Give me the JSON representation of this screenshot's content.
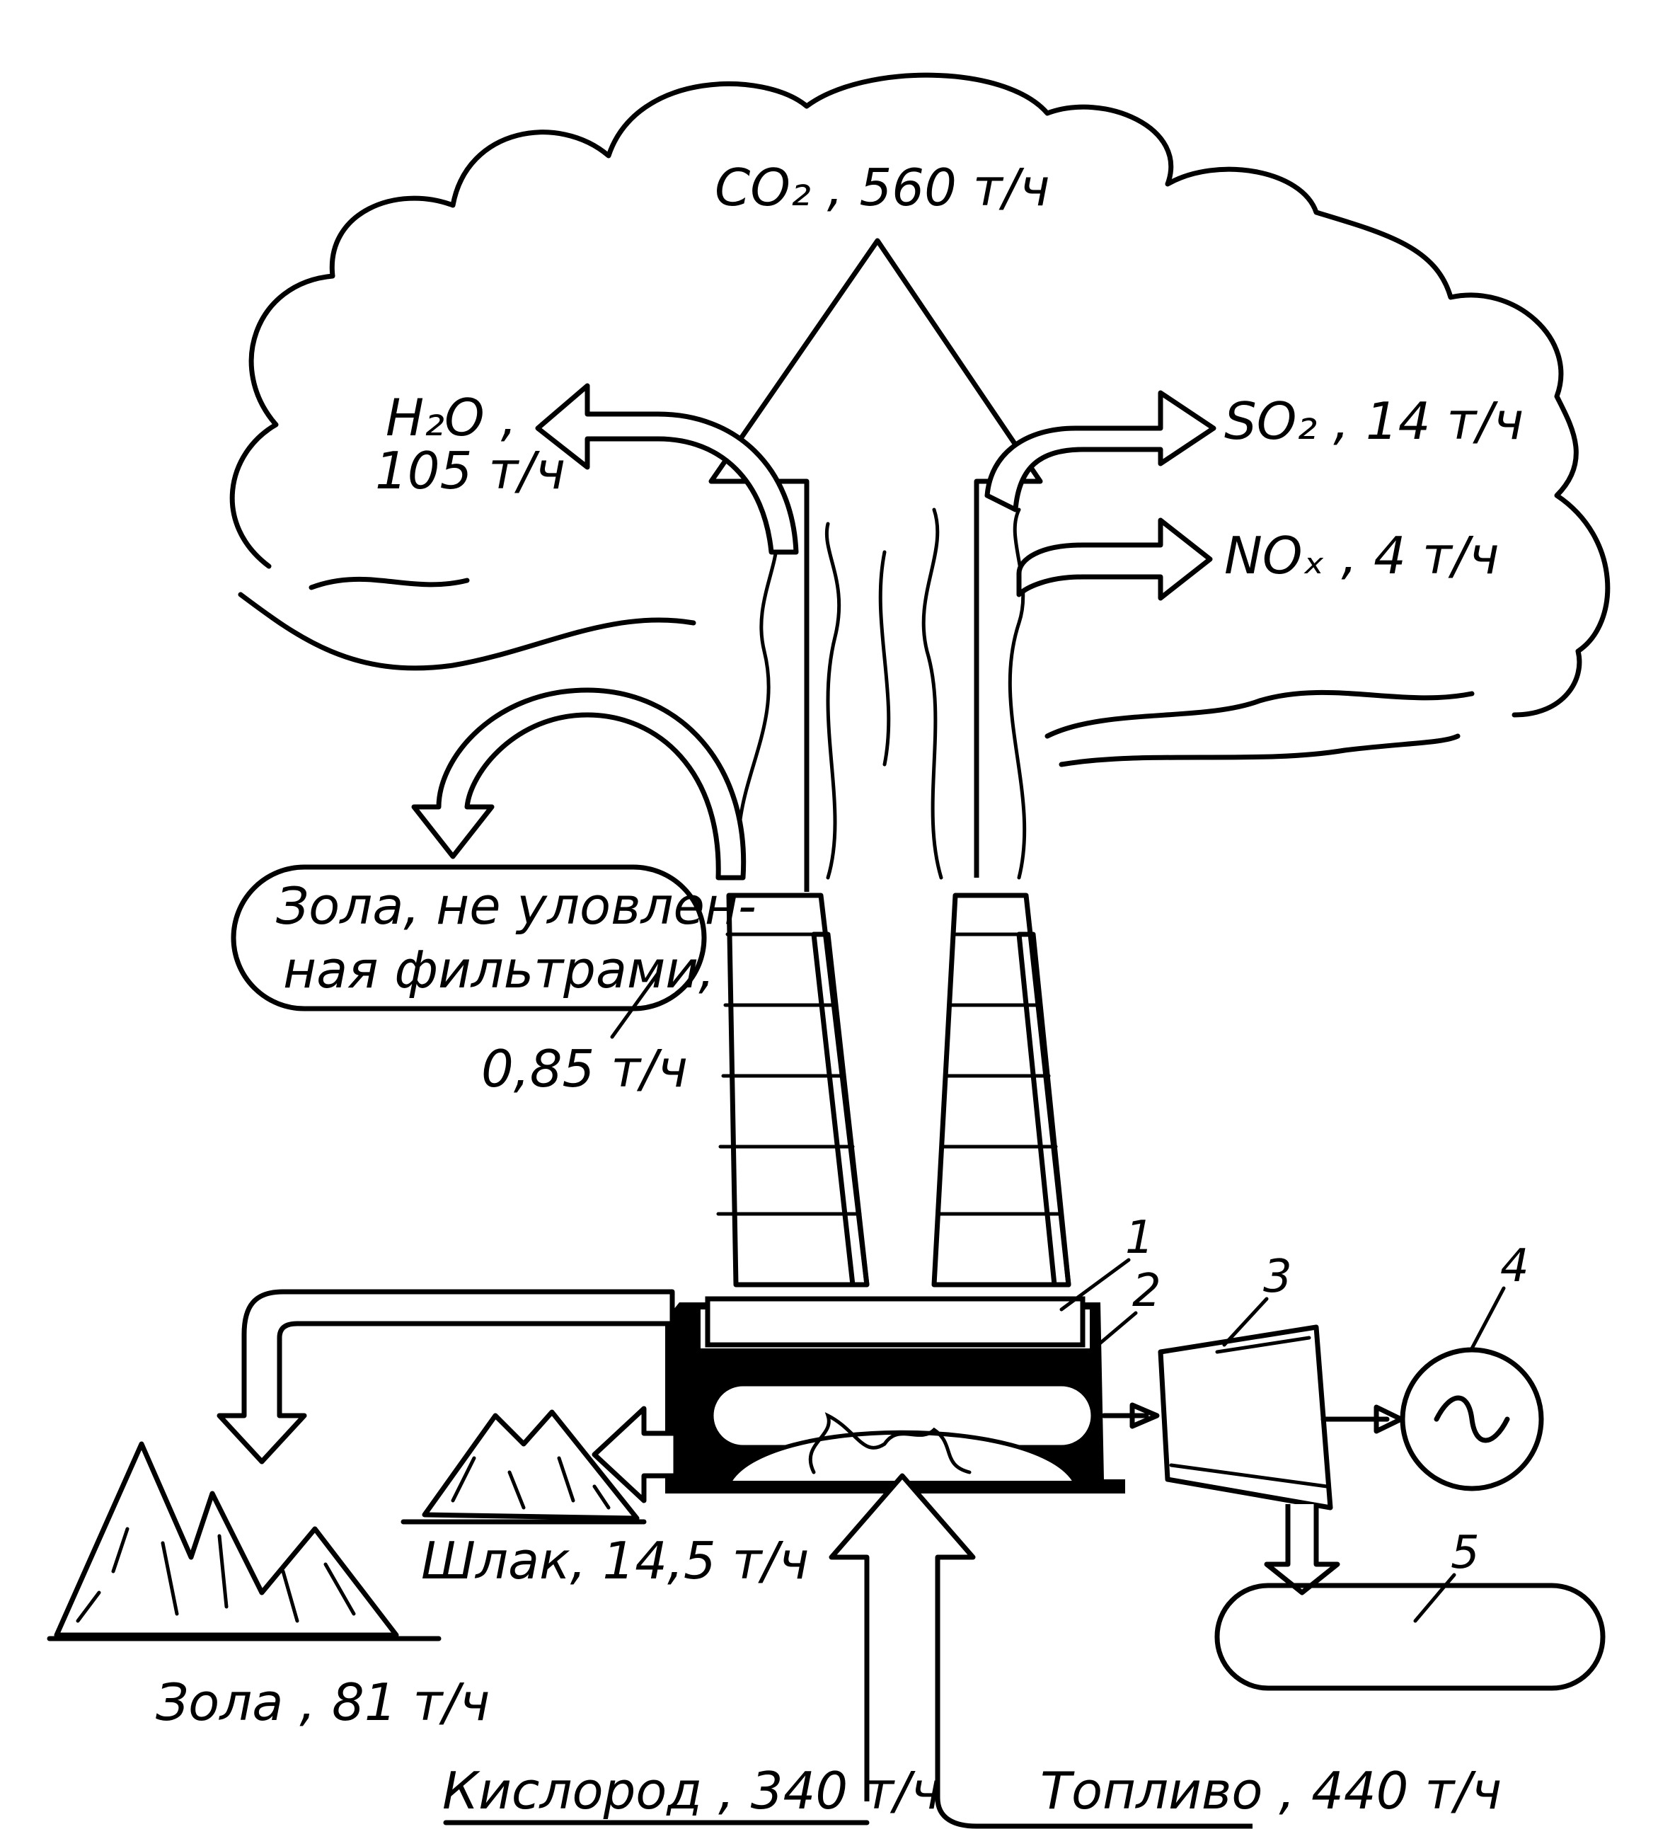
{
  "emissions": {
    "co2": "CO₂ , 560 т/ч",
    "h2o_line1": "H₂O ,",
    "h2o_line2": "105 т/ч",
    "so2": "SO₂ , 14 т/ч",
    "nox": "NOₓ , 4 т/ч"
  },
  "fly_ash": {
    "line1": "Зола, не уловлен-",
    "line2": "ная фильтрами,",
    "amount": "0,85 т/ч"
  },
  "solid_waste": {
    "slag": "Шлак, 14,5 т/ч",
    "ash": "Зола , 81 т/ч"
  },
  "inputs": {
    "oxygen": "Кислород , 340 т/ч",
    "fuel": "Топливо , 440 т/ч"
  },
  "component_numbers": [
    "1",
    "2",
    "3",
    "4",
    "5"
  ],
  "colors": {
    "ink": "#000000",
    "paper": "#ffffff"
  }
}
